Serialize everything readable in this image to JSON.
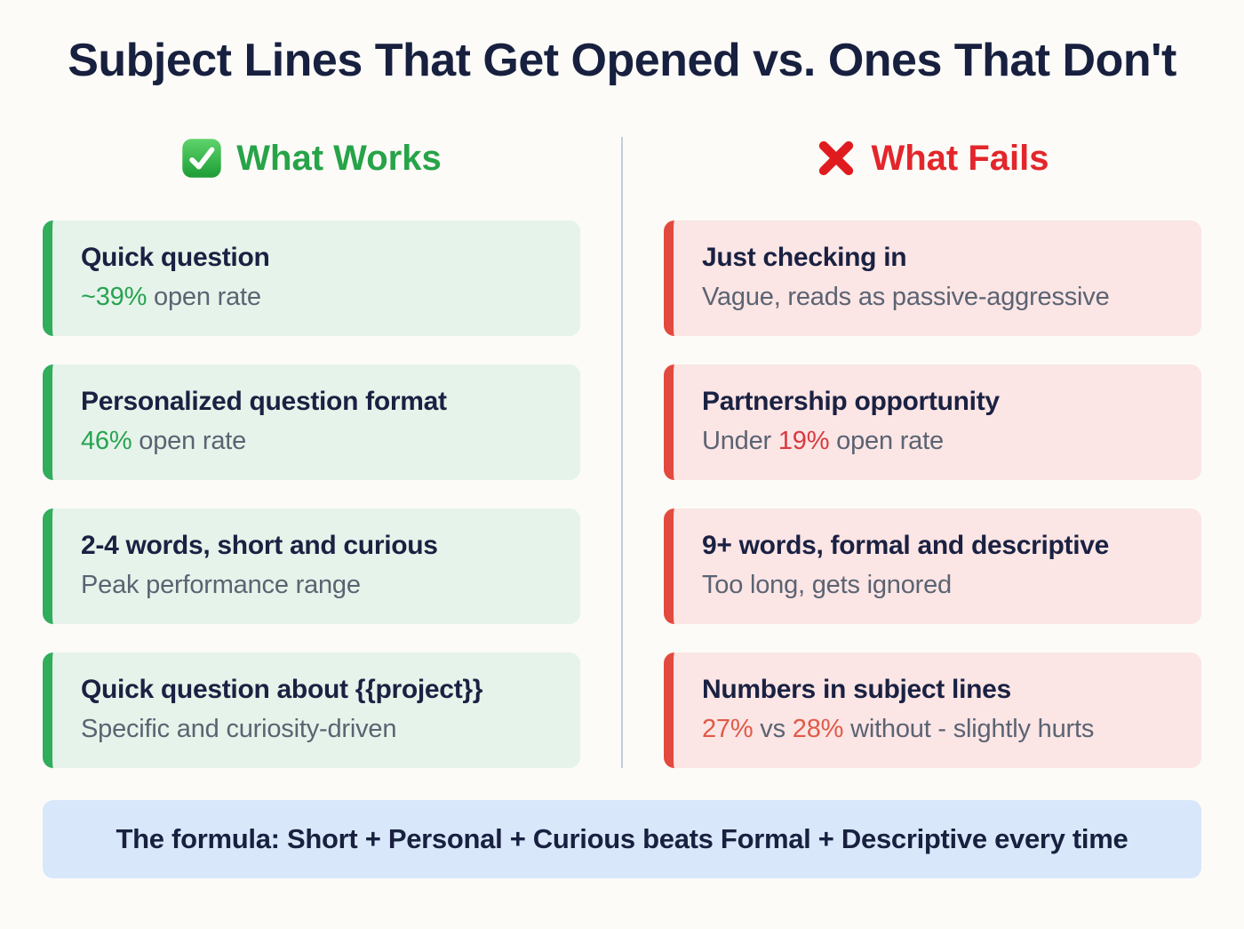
{
  "palette": {
    "navy": "#1a2142",
    "gray": "#5b6372",
    "green": "#28a351",
    "crimson": "#d93a40",
    "orange_red": "#e05a47",
    "green_header": "#27a348",
    "red_header": "#e3262b",
    "green_border": "#31ad5c",
    "red_border": "#e24a3f",
    "green_card_bg": "#e6f3ea",
    "red_card_bg": "#fbe5e5",
    "banner_bg": "#d8e7fa"
  },
  "title": "Subject Lines That Get Opened vs. Ones That Don't",
  "columns": {
    "works": {
      "header": "What Works",
      "icon": "check-mark-emoji",
      "cards": [
        {
          "title": "Quick question",
          "sub_parts": [
            {
              "text": "~39%",
              "role": "green"
            },
            {
              "text": " open rate",
              "role": "gray"
            }
          ]
        },
        {
          "title": "Personalized question format",
          "sub_parts": [
            {
              "text": "46%",
              "role": "green"
            },
            {
              "text": " open rate",
              "role": "gray"
            }
          ]
        },
        {
          "title": "2-4 words, short and curious",
          "sub_parts": [
            {
              "text": "Peak performance range",
              "role": "gray"
            }
          ]
        },
        {
          "title": "Quick question about {{project}}",
          "sub_parts": [
            {
              "text": "Specific and curiosity-driven",
              "role": "gray"
            }
          ]
        }
      ]
    },
    "fails": {
      "header": "What Fails",
      "icon": "cross-mark-emoji",
      "cards": [
        {
          "title": "Just checking in",
          "sub_parts": [
            {
              "text": "Vague, reads as passive-aggressive",
              "role": "gray"
            }
          ]
        },
        {
          "title": "Partnership opportunity",
          "sub_parts": [
            {
              "text": "Under ",
              "role": "gray"
            },
            {
              "text": "19%",
              "role": "crimson"
            },
            {
              "text": " open rate",
              "role": "gray"
            }
          ]
        },
        {
          "title": "9+ words, formal and descriptive",
          "sub_parts": [
            {
              "text": "Too long, gets ignored",
              "role": "gray"
            }
          ]
        },
        {
          "title": "Numbers in subject lines",
          "sub_parts": [
            {
              "text": "27%",
              "role": "orange_red"
            },
            {
              "text": " vs ",
              "role": "gray"
            },
            {
              "text": "28%",
              "role": "orange_red"
            },
            {
              "text": " without - slightly hurts",
              "role": "gray"
            }
          ]
        }
      ]
    }
  },
  "footer": {
    "text": "The formula: Short + Personal + Curious beats Formal + Descriptive every time"
  }
}
